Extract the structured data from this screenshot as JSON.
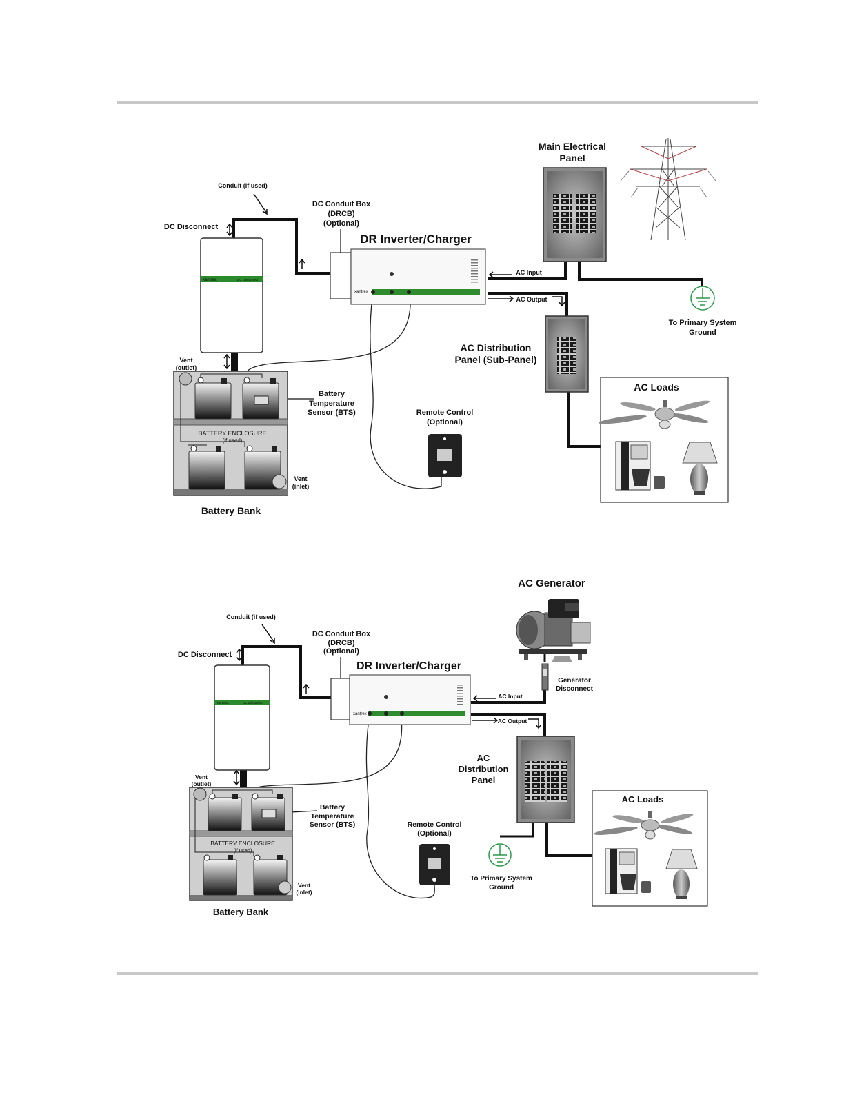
{
  "diagram1": {
    "conduit": "Conduit (if used)",
    "dc_disconnect": "DC Disconnect",
    "dc_conduit_box": [
      "DC Conduit Box",
      "(DRCB)",
      "(Optional)"
    ],
    "inverter_title": "DR Inverter/Charger",
    "main_panel": [
      "Main Electrical",
      "Panel"
    ],
    "ac_input": "AC Input",
    "ac_output": "AC Output",
    "primary_ground": [
      "To Primary System",
      "Ground"
    ],
    "distribution_panel": [
      "AC Distribution",
      "Panel (Sub-Panel)"
    ],
    "ac_loads": "AC Loads",
    "vent_outlet": [
      "Vent",
      "(outlet)"
    ],
    "bts": [
      "Battery",
      "Temperature",
      "Sensor (BTS)"
    ],
    "remote": [
      "Remote Control",
      "(Optional)"
    ],
    "enclosure": [
      "BATTERY ENCLOSURE",
      "(if used)"
    ],
    "vent_inlet": [
      "Vent",
      "(inlet)"
    ],
    "battery_bank": "Battery Bank",
    "xantrex": "xantrex",
    "disconnect_plate": "DC Disconnect"
  },
  "diagram2": {
    "conduit": "Conduit (if used)",
    "dc_disconnect": "DC Disconnect",
    "dc_conduit_box": [
      "DC Conduit Box",
      "(DRCB)",
      "(Optional)"
    ],
    "inverter_title": "DR Inverter/Charger",
    "generator": "AC Generator",
    "gen_disconnect": [
      "Generator",
      "Disconnect"
    ],
    "ac_input": "AC Input",
    "ac_output": "AC Output",
    "distribution_panel": [
      "AC",
      "Distribution",
      "Panel"
    ],
    "primary_ground": [
      "To Primary System",
      "Ground"
    ],
    "ac_loads": "AC Loads",
    "vent_outlet": [
      "Vent",
      "(outlet)"
    ],
    "bts": [
      "Battery",
      "Temperature",
      "Sensor (BTS)"
    ],
    "remote": [
      "Remote Control",
      "(Optional)"
    ],
    "enclosure": [
      "BATTERY ENCLOSURE",
      "(if used)"
    ],
    "vent_inlet": [
      "Vent",
      "(inlet)"
    ],
    "battery_bank": "Battery Bank",
    "xantrex": "xantrex",
    "disconnect_plate": "DC Disconnect"
  }
}
